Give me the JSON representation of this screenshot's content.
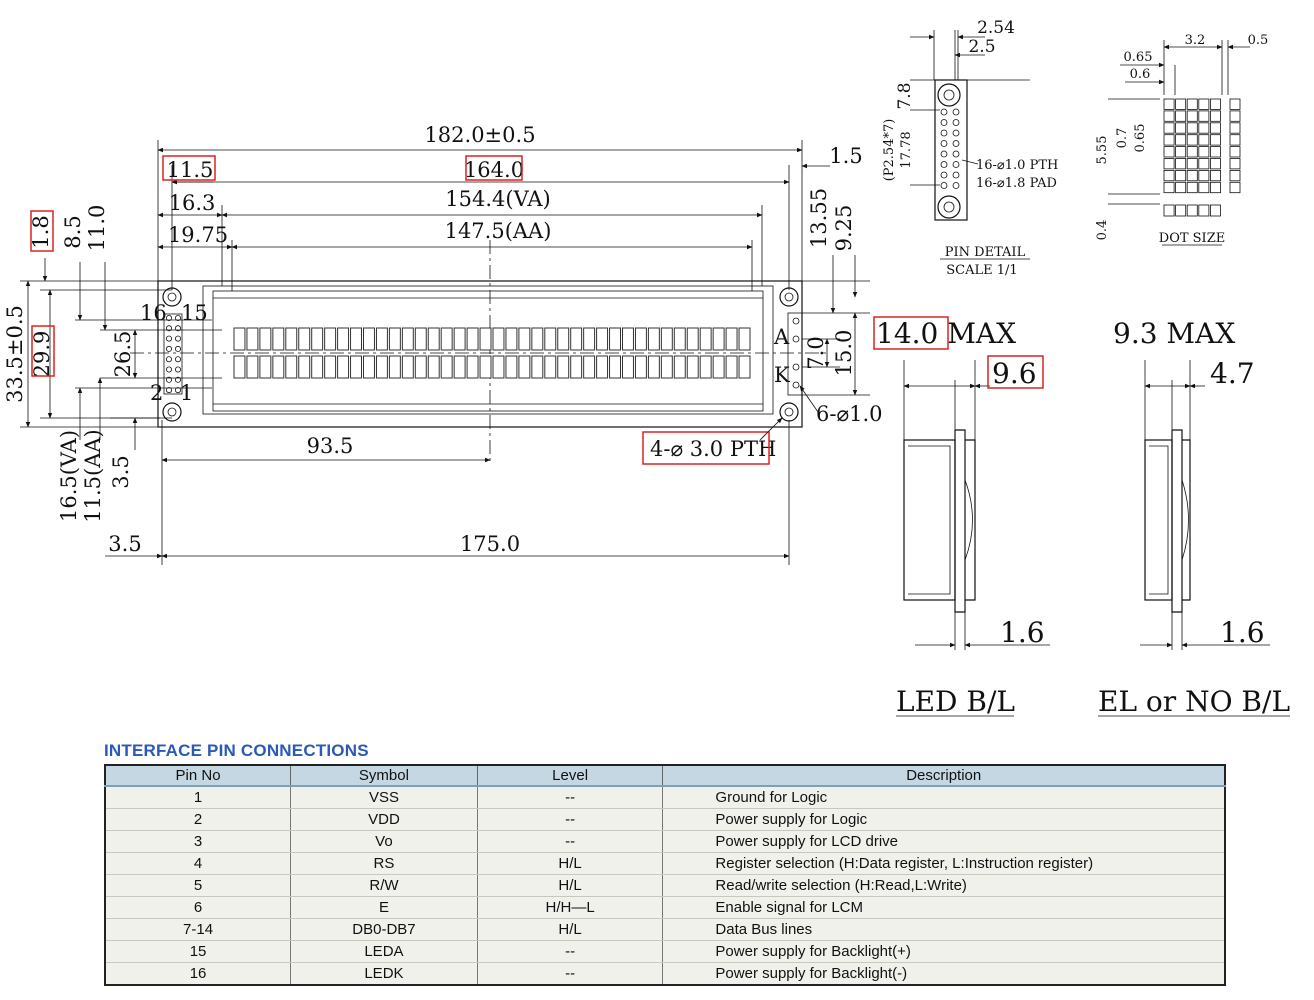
{
  "drawing": {
    "overall_length": "182.0±0.5",
    "offset_left": "11.5",
    "hole_pitch_top": "164.0",
    "offset_right": "1.5",
    "va_offset": "16.3",
    "va_width": "154.4(VA)",
    "aa_offset": "19.75",
    "aa_width": "147.5(AA)",
    "v_1_8": "1.8",
    "v_8_5": "8.5",
    "v_11_0": "11.0",
    "v_13_55": "13.55",
    "v_9_25": "9.25",
    "overall_height": "33.5±0.5",
    "hole_pitch_v": "29.9",
    "v_26_5": "26.5",
    "led_7_0": "7.0",
    "led_15_0": "15.0",
    "pin_16_15": "16",
    "pin_15": "15",
    "pin_2": "2",
    "pin_1": "1",
    "anode": "A",
    "cathode": "K",
    "pin_holes_right": "6-⌀1.0",
    "mount_holes": "4-⌀ 3.0 PTH",
    "center_93_5": "93.5",
    "va_height": "16.5(VA)",
    "aa_height": "11.5(AA)",
    "v_3_5": "3.5",
    "h_3_5": "3.5",
    "hole_pitch_bottom": "175.0"
  },
  "pin_detail": {
    "pitch_2_54": "2.54",
    "pitch_2_5": "2.5",
    "v_7_8": "7.8",
    "v_p254": "(P2.54*7)",
    "v_17_78": "17.78",
    "pth": "16-⌀1.0 PTH",
    "pad": "16-⌀1.8 PAD",
    "title": "PIN DETAIL",
    "scale": "SCALE 1/1"
  },
  "dot_size": {
    "w_3_2": "3.2",
    "w_0_5": "0.5",
    "w_0_65": "0.65",
    "w_0_6": "0.6",
    "h_5_55": "5.55",
    "h_0_7": "0.7",
    "h_0_65": "0.65",
    "h_0_4": "0.4",
    "title": "DOT SIZE"
  },
  "side_led": {
    "max": "14.0 MAX",
    "depth": "9.6",
    "thickness": "1.6",
    "label": "LED B/L"
  },
  "side_el": {
    "max": "9.3 MAX",
    "depth": "4.7",
    "thickness": "1.6",
    "label": "EL or NO B/L"
  },
  "pin_table": {
    "title": "INTERFACE PIN CONNECTIONS",
    "headers": [
      "Pin No",
      "Symbol",
      "Level",
      "Description"
    ],
    "rows": [
      [
        "1",
        "VSS",
        "--",
        "Ground for Logic"
      ],
      [
        "2",
        "VDD",
        "--",
        "Power supply for Logic"
      ],
      [
        "3",
        "Vo",
        "--",
        "Power supply for LCD drive"
      ],
      [
        "4",
        "RS",
        "H/L",
        "Register selection   (H:Data register, L:Instruction register)"
      ],
      [
        "5",
        "R/W",
        "H/L",
        "Read/write selection   (H:Read,L:Write)"
      ],
      [
        "6",
        "E",
        "H/H—L",
        "Enable signal for LCM"
      ],
      [
        "7-14",
        "DB0-DB7",
        "H/L",
        "Data Bus lines"
      ],
      [
        "15",
        "LEDA",
        "--",
        "Power supply for Backlight(+)"
      ],
      [
        "16",
        "LEDK",
        "--",
        "Power supply for Backlight(-)"
      ]
    ]
  }
}
